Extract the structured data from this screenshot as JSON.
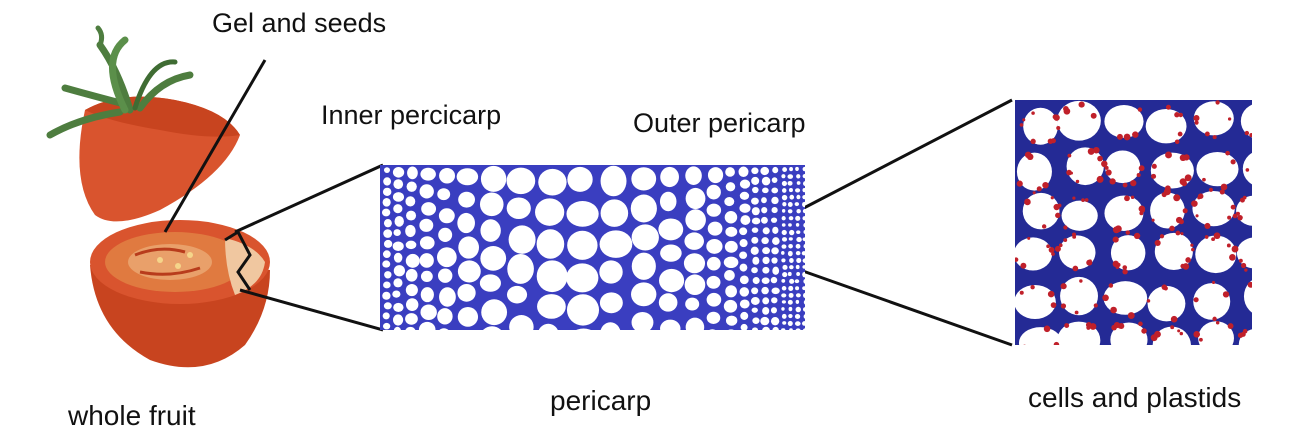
{
  "labels": {
    "gel_and_seeds": "Gel and seeds",
    "inner_pericarp": "Inner percicarp",
    "outer_pericarp": "Outer pericarp",
    "whole_fruit": "whole fruit",
    "pericarp": "pericarp",
    "cells_and_plastids": "cells and plastids"
  },
  "colors": {
    "tomato_skin": "#d9542e",
    "tomato_dark": "#b83c1c",
    "tomato_flesh": "#e9a06a",
    "stem_green": "#4e7d3f",
    "cell_wall_blue": "#2b2fb0",
    "plastid_red": "#c0202a",
    "line": "#111111"
  }
}
